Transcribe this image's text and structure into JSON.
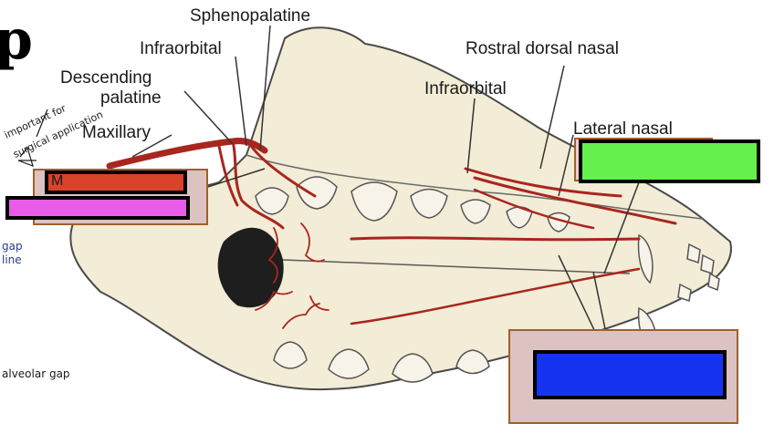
{
  "title_fragment": "p",
  "labels": {
    "sphenopalatine": "Sphenopalatine",
    "infraorbital_left": "Infraorbital",
    "descending_1": "Descending",
    "descending_2": "palatine",
    "maxillary": "Maxillary",
    "rostral_dorsal_nasal": "Rostral dorsal nasal",
    "infraorbital_right": "Infraorbital",
    "lateral_nasal": "Lateral nasal"
  },
  "handwritten_notes": {
    "surgical_1": "important for",
    "surgical_2": "surgical application",
    "gap_1": "gap",
    "gap_2": "line",
    "cloud_gap": "alveolar gap"
  },
  "label_box_partial": "M",
  "colors": {
    "red_box": "#d9432a",
    "magenta_box": "#e85ce8",
    "green_box": "#66f04d",
    "blue_box": "#1733f2",
    "panel_fill": "#dcc3c1",
    "panel_border": "#a0602a",
    "artery": "#a8261e",
    "bone": "#f3ecd6",
    "note_ink": "#2a3a8c"
  }
}
